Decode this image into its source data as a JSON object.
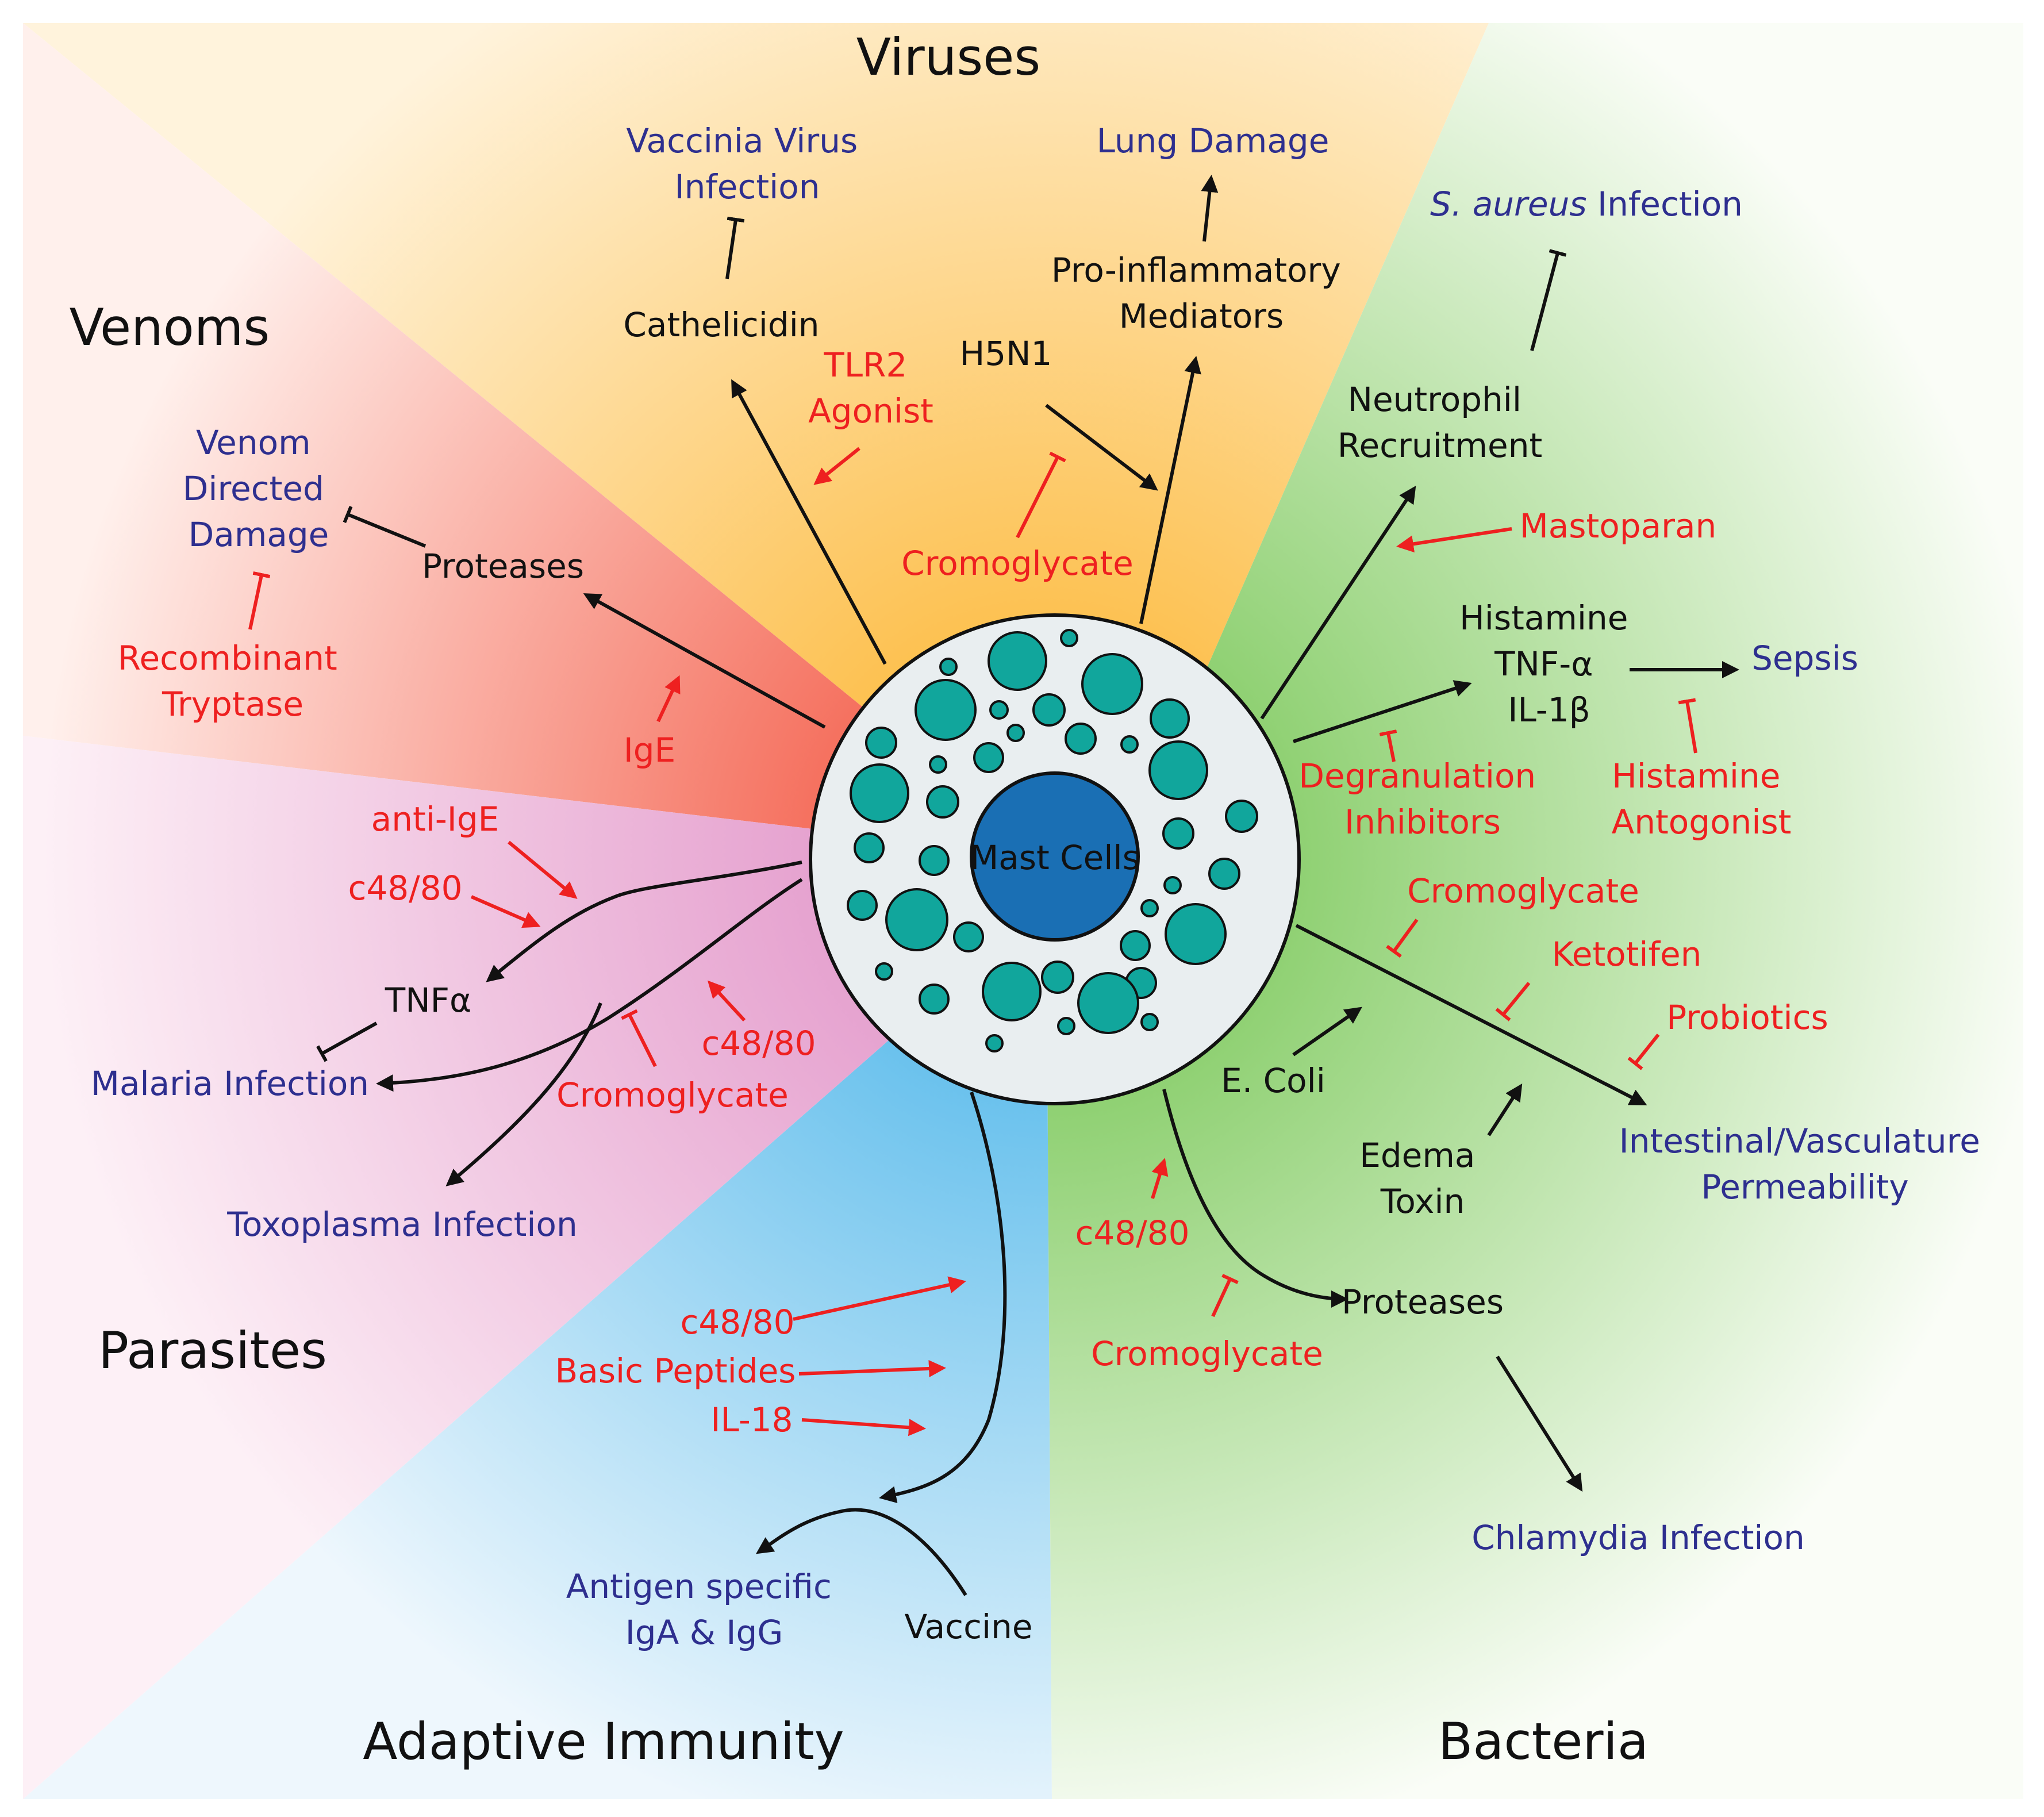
{
  "sectors": {
    "viruses": "Viruses",
    "venoms": "Venoms",
    "parasites": "Parasites",
    "adaptive": "Adaptive Immunity",
    "bacteria": "Bacteria"
  },
  "center": {
    "label": "Mast Cells"
  },
  "viruses": {
    "vaccinia": [
      "Vaccinia Virus",
      "Infection"
    ],
    "cathelicidin": "Cathelicidin",
    "tlr2": [
      "TLR2",
      "Agonist"
    ],
    "lung_damage": "Lung Damage",
    "proinflammatory": [
      "Pro-inflammatory",
      "Mediators"
    ],
    "h5n1": "H5N1",
    "cromoglycate": "Cromoglycate"
  },
  "venoms": {
    "damage": [
      "Venom",
      "Directed",
      "Damage"
    ],
    "proteases": "Proteases",
    "recombinant": [
      "Recombinant",
      "Tryptase"
    ],
    "ige": "IgE"
  },
  "parasites": {
    "anti_ige": "anti-IgE",
    "c48_a": "c48/80",
    "tnf": "TNFα",
    "malaria": "Malaria Infection",
    "c48_b": "c48/80",
    "cromoglycate": "Cromoglycate",
    "toxoplasma": "Toxoplasma Infection"
  },
  "adaptive": {
    "c48": "c48/80",
    "basic_peptides": "Basic Peptides",
    "il18": "IL-18",
    "antigen": [
      "Antigen specific",
      "IgA & IgG"
    ],
    "vaccine": "Vaccine"
  },
  "bacteria": {
    "saureus_italic": "S. aureus",
    "saureus_rest": " Infection",
    "neutrophil": [
      "Neutrophil",
      "Recruitment"
    ],
    "mastoparan": "Mastoparan",
    "mediators": [
      "Histamine",
      "TNF-α",
      "IL-1β"
    ],
    "sepsis": "Sepsis",
    "degranulation": [
      "Degranulation",
      "Inhibitors"
    ],
    "histamine_ant": [
      "Histamine",
      "Antogonist"
    ],
    "cromoglycate_a": "Cromoglycate",
    "ketotifen": "Ketotifen",
    "probiotics": "Probiotics",
    "ecoli": "E. Coli",
    "permeability": [
      "Intestinal/Vasculature",
      "Permeability"
    ],
    "edema": [
      "Edema",
      "Toxin"
    ],
    "c48": "c48/80",
    "cromoglycate_b": "Cromoglycate",
    "proteases": "Proteases",
    "chlamydia": "Chlamydia Infection"
  },
  "colors": {
    "activator": "#ee2020",
    "outcome": "#2e2f8f",
    "viruses": "#fcc84a",
    "venoms": "#f46a5a",
    "parasites": "#e6a6cf",
    "adaptive": "#5fb9e6",
    "bacteria": "#7ccc58",
    "granule": "#10a59a",
    "nucleus": "#1a6fb4"
  }
}
